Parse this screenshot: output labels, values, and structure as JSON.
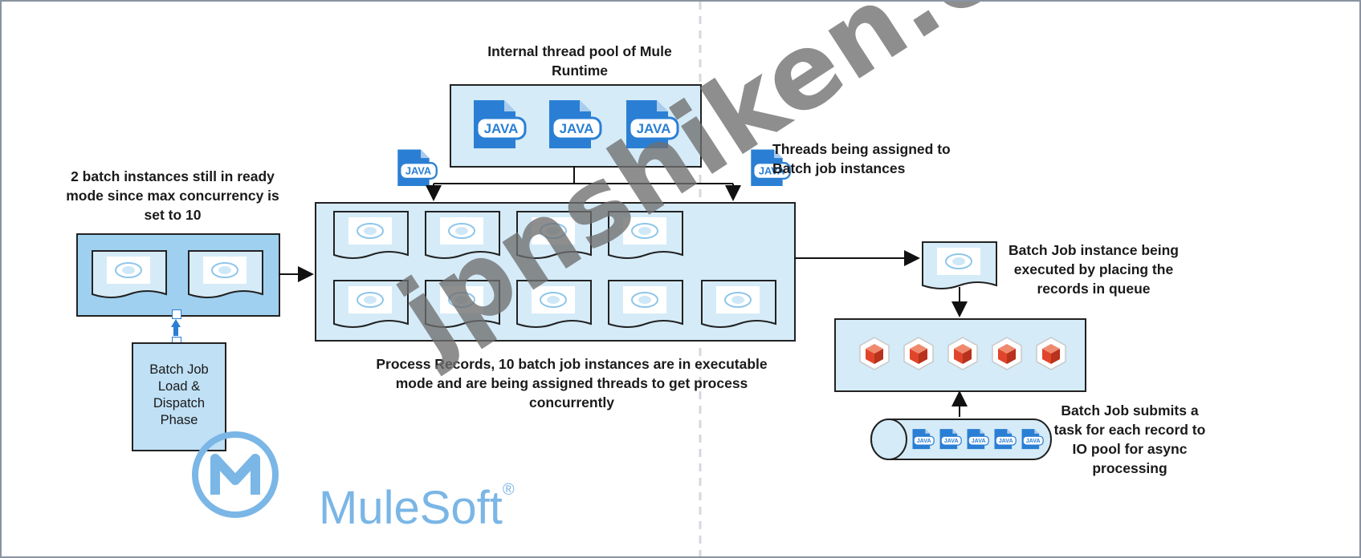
{
  "labels": {
    "pool_title": "Internal thread pool of Mule Runtime",
    "ready_mode": "2 batch instances still in ready mode since max concurrency is set to 10",
    "threads_assigned": "Threads being assigned to Batch job instances",
    "instance_executed": "Batch Job instance being executed by placing the records in queue",
    "process_records": "Process Records, 10 batch job instances are in executable mode and are being assigned threads to get process concurrently",
    "load_dispatch": "Batch Job Load & Dispatch Phase",
    "submits_task": "Batch Job submits a task for each record to IO pool for async processing"
  },
  "icons": {
    "java_text": "JAVA",
    "java_icon": "java-file-icon",
    "doc_icon": "batch-document-icon",
    "cube_icon": "record-cube-icon"
  },
  "watermark": {
    "site": "jpnshiken.com",
    "brand": "MuleSoft",
    "brand_mark": "®"
  },
  "colors": {
    "light_fill": "#d5ebf8",
    "mid_fill": "#9fd0ef",
    "java_blue": "#2a7fd4",
    "cube_red": "#e0452c",
    "watermark_gray": "#6e6e6e",
    "brand_blue": "#7ab6e6"
  }
}
